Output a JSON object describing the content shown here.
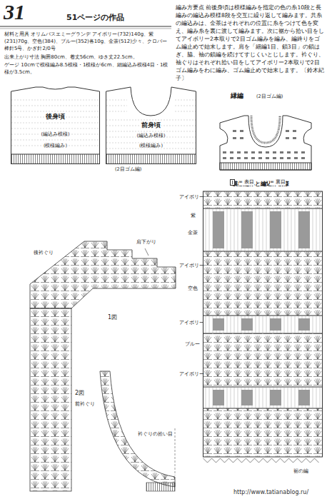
{
  "diagram": {
    "title": "51ページの作品",
    "nodes": [
      {
        "text": [
          "後身頃",
          "(編込み模様)",
          "(模様編み)"
        ]
      },
      {
        "text": [
          "前身頃",
          "(編込み模様)",
          "(模様編み)"
        ]
      },
      {
        "text": [
          "縁編",
          "(2目ゴム編)"
        ]
      },
      {
        "text": [
          "模様編みと編込み模様"
        ]
      }
    ],
    "edges": [],
    "labels": [
      "31",
      "材料と用具 オリムパスエミーグランデ アイボリー(732)140g、紫(231)70g、空色(384)、ブルー(352)各10g、金茶(512)少々、クロバー棒針5号、かぎ針2/0号",
      "出来上がり寸法 胸囲80cm、着丈56cm、ゆき丈22.5cm。",
      "ゲージ 10cmで模様編み8.5模様・1模様が6cm、細編込み模様4目・1模様が3.5cm。",
      "編み方要点 前後身頃は模様編みを指定の色の糸10段と長編みの編込み模様8段を交互に繰り返して編みます。共糸の編込みは、金茶はそれぞれの位置に糸をつけて色を変え、編み糸を裏に渡して編みます。次に裾から拾い目をしてアイボリー2本取りで2目ゴム編みを編み、編終りをゴム編止めで始末します。肩を「細編1目、鎖3目」の鎖はぎ、脇、袖の鎖編を続けてすじくいとじします。衿ぐり、袖ぐりはそれぞれ拾い目をしてアイボリー2本取りで2目ゴム編みをわに編み、ゴム編止めで始末します。〔鈴木紀子〕",
      "1図",
      "2図",
      "(2目ゴム編)",
      "後衿ぐり",
      "肩下がり",
      "1図",
      "2図",
      "前衿ぐり",
      "衿ぐりの拾い目",
      "アイボリー",
      "紫",
      "金茶",
      "アイボリー",
      "空色",
      "アイボリー",
      "ブルー",
      "アイボリー",
      "裾の編",
      "http://www.tatianablog.ru/"
    ],
    "legend": [
      {
        "text": "= 表目"
      },
      {
        "text": "= 裏目"
      }
    ]
  }
}
